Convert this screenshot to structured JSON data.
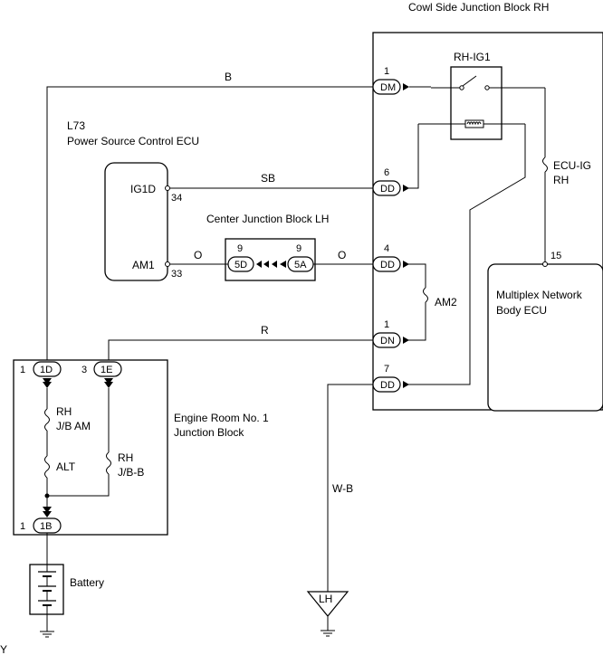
{
  "cowl_block": {
    "title": "Cowl Side Junction Block RH"
  },
  "relay": {
    "name": "RH-IG1"
  },
  "fuse_ecu_ig": {
    "line1": "ECU-IG",
    "line2": "RH"
  },
  "fuse_am2": {
    "name": "AM2"
  },
  "multiplex_ecu": {
    "line1": "Multiplex Network",
    "line2": "Body ECU",
    "pin": "15"
  },
  "power_ecu": {
    "code": "L73",
    "name": "Power Source Control ECU",
    "ig1d_label": "IG1D",
    "ig1d_pin": "34",
    "am1_label": "AM1",
    "am1_pin": "33"
  },
  "center_block": {
    "title": "Center Junction Block LH",
    "conn_left": "5D",
    "conn_right": "5A",
    "pin_left": "9",
    "pin_right": "9"
  },
  "cowl_connectors": [
    {
      "pin": "1",
      "name": "DM"
    },
    {
      "pin": "6",
      "name": "DD"
    },
    {
      "pin": "4",
      "name": "DD"
    },
    {
      "pin": "1",
      "name": "DN"
    },
    {
      "pin": "7",
      "name": "DD"
    }
  ],
  "wire_colors": {
    "b": "B",
    "sb": "SB",
    "o_left": "O",
    "o_right": "O",
    "r": "R",
    "wb": "W-B"
  },
  "engine_block": {
    "title_line1": "Engine Room No. 1",
    "title_line2": "Junction Block",
    "conn_1d": "1D",
    "conn_1d_pin": "1",
    "conn_1e": "1E",
    "conn_1e_pin": "3",
    "conn_1b": "1B",
    "conn_1b_pin": "1",
    "fuse_rh_jb_am_line1": "RH",
    "fuse_rh_jb_am_line2": "J/B AM",
    "fuse_alt": "ALT",
    "fuse_rh_jbb_line1": "RH",
    "fuse_rh_jbb_line2": "J/B-B"
  },
  "battery": {
    "label": "Battery"
  },
  "ground_lh": {
    "label": "LH"
  },
  "corner_mark": {
    "text": "Y"
  }
}
